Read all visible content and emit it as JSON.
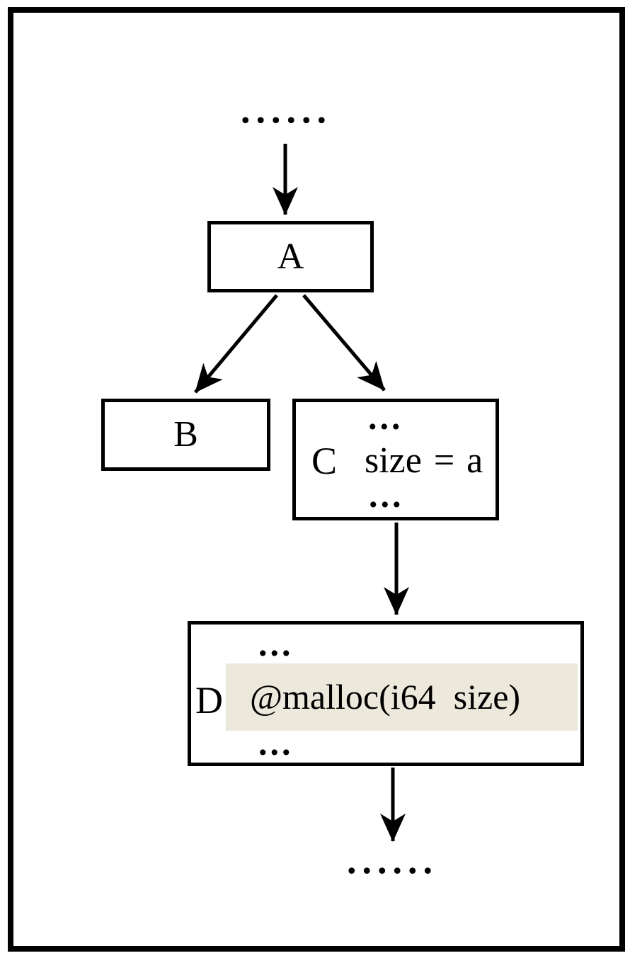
{
  "diagram": {
    "description": "Control-flow graph with basic blocks A, B, C, D",
    "top_ellipsis": "......",
    "bottom_ellipsis": "......",
    "node_a": {
      "label": "A"
    },
    "node_b": {
      "label": "B"
    },
    "node_c": {
      "label": "C",
      "line_top": "...",
      "code": "size = a",
      "line_bottom": "..."
    },
    "node_d": {
      "label": "D",
      "line_top": "...",
      "code": "@malloc(i64  size)",
      "line_bottom": "..."
    },
    "colors": {
      "line": "#000000",
      "background": "#FFFFFF",
      "highlight": "#ECE9DC"
    }
  }
}
